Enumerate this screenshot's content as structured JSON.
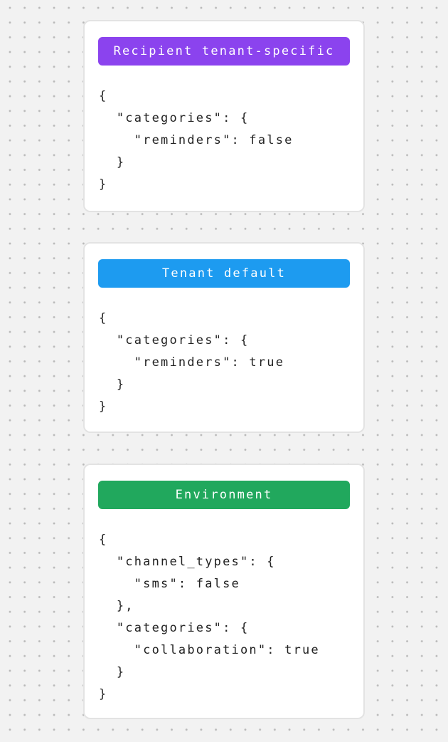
{
  "diagram": {
    "colors": {
      "background": "#f2f2f2",
      "dot": "#b9b9b9",
      "card_background": "#ffffff",
      "card_border": "#e3e3e3",
      "code_text": "#222222",
      "badge_text": "#ffffff",
      "badge_purple": "#8b43ee",
      "badge_blue": "#1d9bf0",
      "badge_green": "#21a85d"
    },
    "cards": [
      {
        "id": "recipient-tenant-specific",
        "badge": {
          "label": "Recipient tenant-specific",
          "color": "#8b43ee"
        },
        "code": "{\n  \"categories\": {\n    \"reminders\": false\n  }\n}"
      },
      {
        "id": "tenant-default",
        "badge": {
          "label": "Tenant default",
          "color": "#1d9bf0"
        },
        "code": "{\n  \"categories\": {\n    \"reminders\": true\n  }\n}"
      },
      {
        "id": "environment",
        "badge": {
          "label": "Environment",
          "color": "#21a85d"
        },
        "code": "{\n  \"channel_types\": {\n    \"sms\": false\n  },\n  \"categories\": {\n    \"collaboration\": true\n  }\n}"
      }
    ]
  }
}
